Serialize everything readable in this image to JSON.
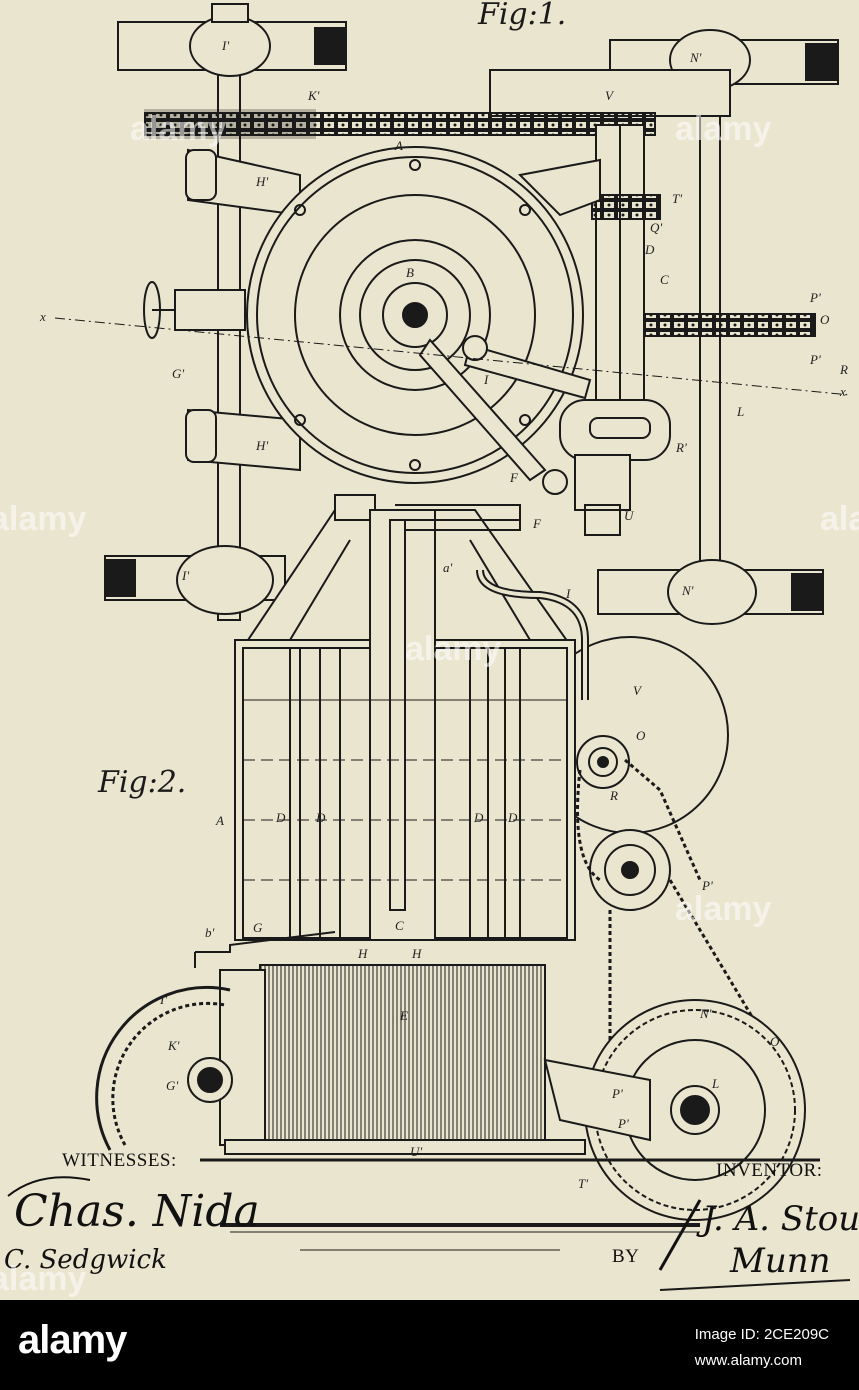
{
  "figures": {
    "fig1_label": "Fig:1.",
    "fig2_label": "Fig:2."
  },
  "captions": {
    "witnesses": "WITNESSES:",
    "inventor": "INVENTOR:",
    "by": "BY"
  },
  "signatures": {
    "witness_1": "Chas. Nida",
    "witness_2": "C. Sedgwick",
    "inventor_name": "J. A. Stout",
    "attorney": "Munn"
  },
  "part_labels": {
    "A": "A",
    "B": "B",
    "C": "C",
    "D": "D",
    "E": "E",
    "F": "F",
    "G": "G",
    "H": "H",
    "I": "I",
    "L": "L",
    "O": "O",
    "R": "R",
    "V": "V",
    "U": "U",
    "I1": "I'",
    "K1": "K'",
    "N1": "N'",
    "H1": "H'",
    "G1": "G'",
    "P1": "P'",
    "T1": "T'",
    "Q1": "Q'",
    "R1": "R'",
    "U1": "U'",
    "b1": "b'",
    "a1": "a'",
    "x": "x"
  },
  "watermark": {
    "text": "alamy"
  },
  "stock_bar": {
    "logo": "alamy",
    "image_id": "Image ID: 2CE209C",
    "site": "www.alamy.com"
  },
  "colors": {
    "paper": "#e9e5cf",
    "ink": "#1a1a1a",
    "bar": "#000000"
  }
}
